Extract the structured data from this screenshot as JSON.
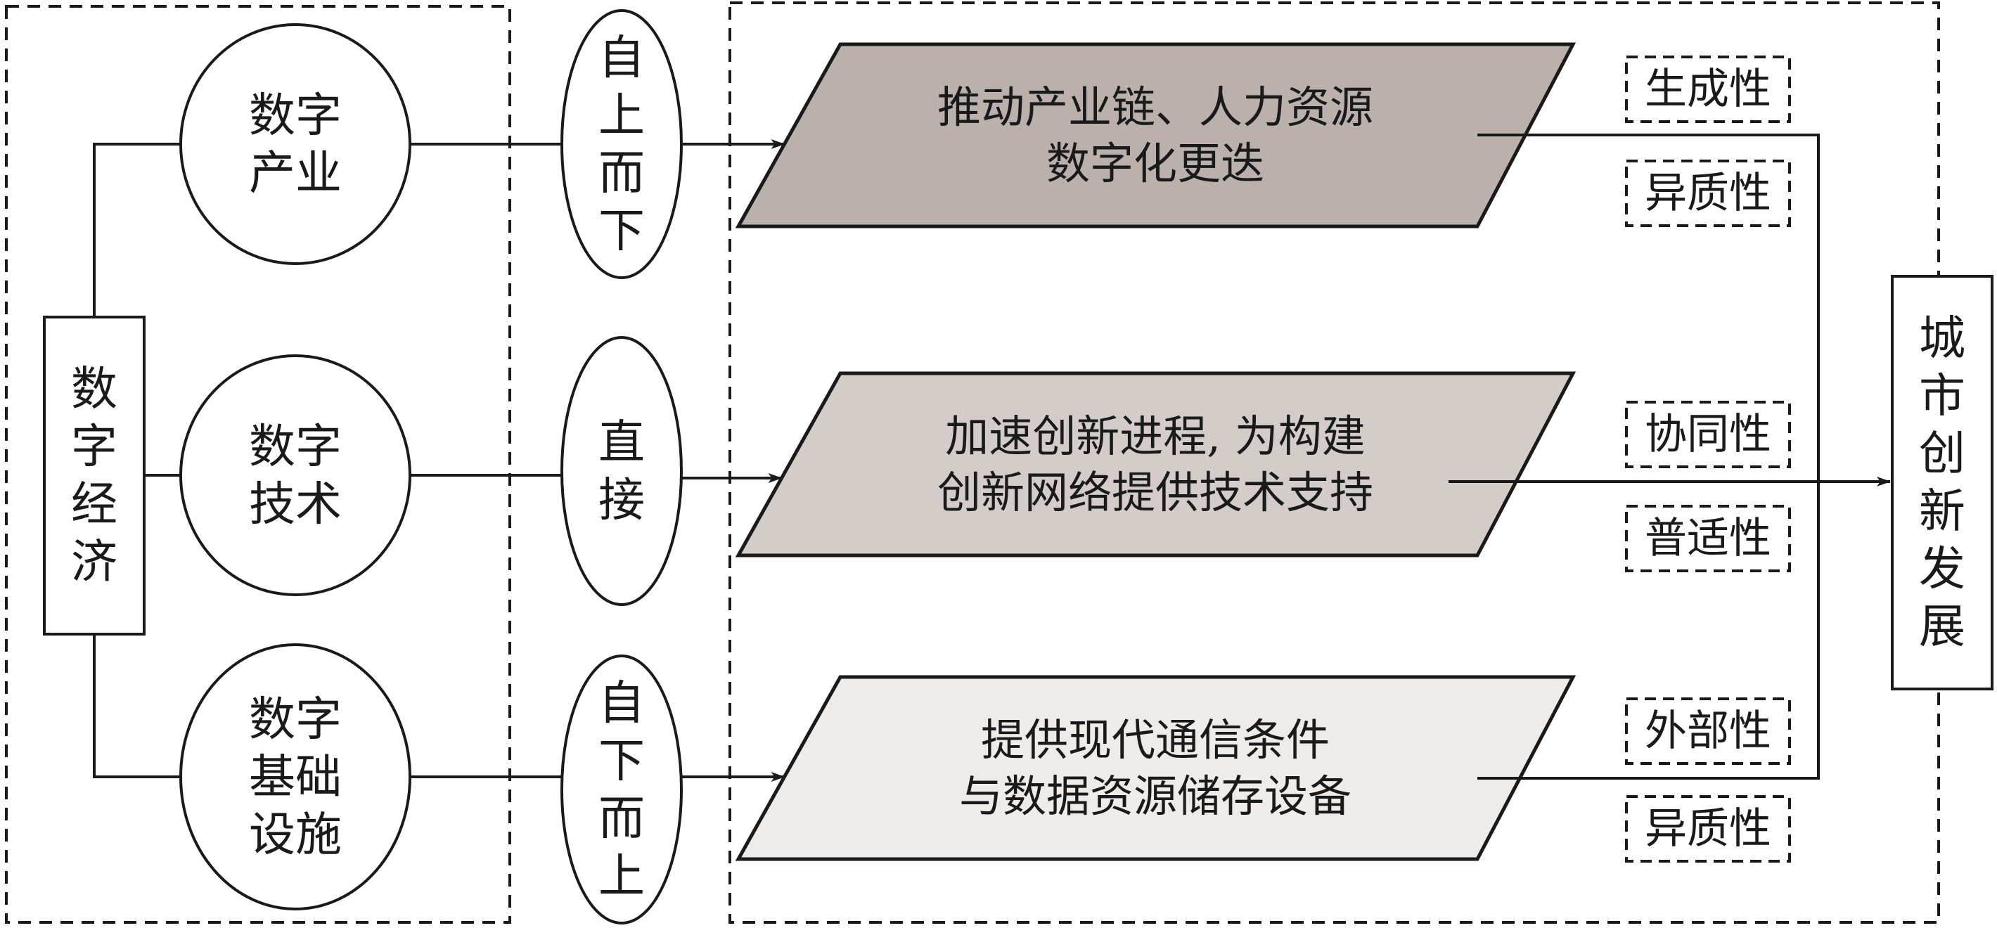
{
  "source": {
    "label": "数字经济",
    "chars": [
      "数",
      "字",
      "经",
      "济"
    ]
  },
  "components": [
    {
      "lines": [
        "数字",
        "产业"
      ]
    },
    {
      "lines": [
        "数字",
        "技术"
      ]
    },
    {
      "lines": [
        "数字",
        "基础",
        "设施"
      ]
    }
  ],
  "paths": [
    {
      "chars": [
        "自",
        "上",
        "而",
        "下"
      ]
    },
    {
      "chars": [
        "直",
        "接"
      ]
    },
    {
      "chars": [
        "自",
        "下",
        "而",
        "上"
      ]
    }
  ],
  "mechanisms": [
    {
      "lines": [
        "推动产业链、人力资源",
        "数字化更迭"
      ],
      "fill": "#bab1ac"
    },
    {
      "lines": [
        "加速创新进程, 为构建",
        "创新网络提供技术支持"
      ],
      "fill": "#d4ccc8"
    },
    {
      "lines": [
        "提供现代通信条件",
        "与数据资源储存设备"
      ],
      "fill": "#efebe9"
    }
  ],
  "properties": [
    {
      "above": "生成性",
      "below": "异质性"
    },
    {
      "above": "协同性",
      "below": "普适性"
    },
    {
      "above": "外部性",
      "below": "异质性"
    }
  ],
  "target": {
    "label": "城市创新发展",
    "chars": [
      "城",
      "市",
      "创",
      "新",
      "发",
      "展"
    ]
  }
}
